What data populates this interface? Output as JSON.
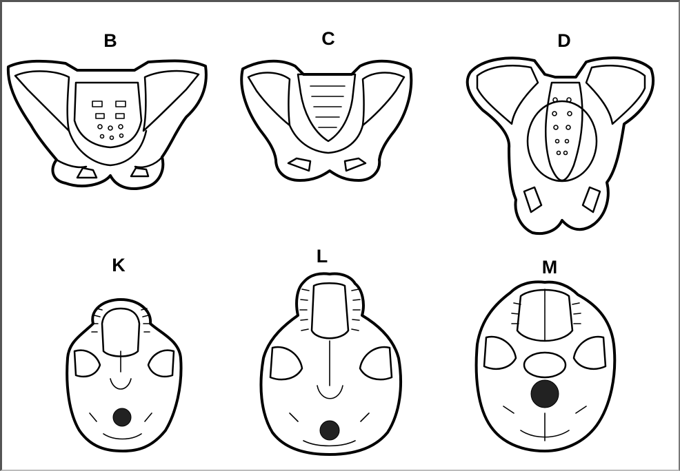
{
  "figures": {
    "pelvis_b": {
      "label": "B",
      "icon": "pelvis-wide-flared"
    },
    "pelvis_c": {
      "label": "C",
      "icon": "pelvis-narrow-tall"
    },
    "pelvis_d": {
      "label": "D",
      "icon": "pelvis-elongated"
    },
    "skull_k": {
      "label": "K",
      "icon": "skull-base-narrow"
    },
    "skull_l": {
      "label": "L",
      "icon": "skull-base-long-snout"
    },
    "skull_m": {
      "label": "M",
      "icon": "skull-base-round"
    }
  },
  "colors": {
    "stroke": "#000000",
    "background": "#ffffff",
    "frame": "#555555"
  }
}
